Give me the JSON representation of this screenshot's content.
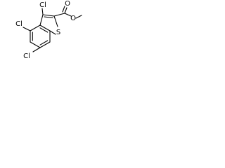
{
  "molecule": {
    "atoms": {
      "cl3": "Cl",
      "cl4": "Cl",
      "cl6": "Cl",
      "s1": "S",
      "o_carbonyl": "O",
      "o_ester": "O"
    }
  }
}
